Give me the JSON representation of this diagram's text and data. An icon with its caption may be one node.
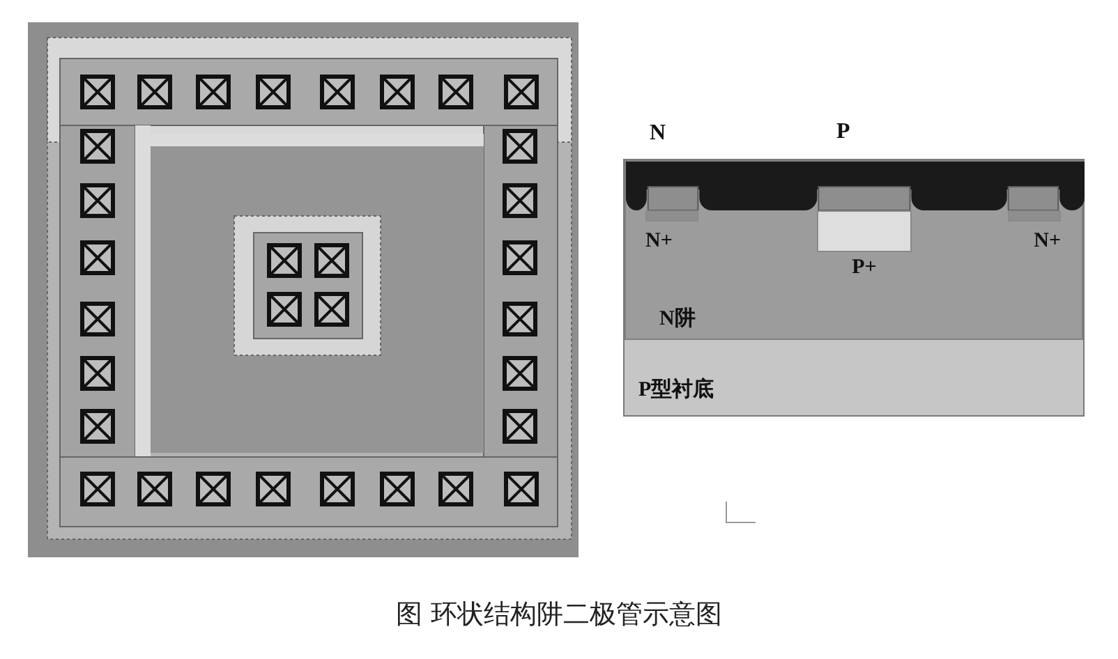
{
  "diagram": {
    "caption": "图 环状结构阱二极管示意图",
    "nodes": [
      {
        "text": [
          "P型衬底"
        ]
      },
      {
        "text": [
          "N阱"
        ],
        "in": 0
      },
      {
        "text": [],
        "shape": "bar",
        "in": 1
      },
      {
        "text": [
          "N+"
        ],
        "in": 1
      },
      {
        "text": [
          "P+"
        ],
        "in": 1
      },
      {
        "text": [
          "N+"
        ],
        "in": 1
      }
    ],
    "labels": [
      "N",
      "P"
    ]
  }
}
